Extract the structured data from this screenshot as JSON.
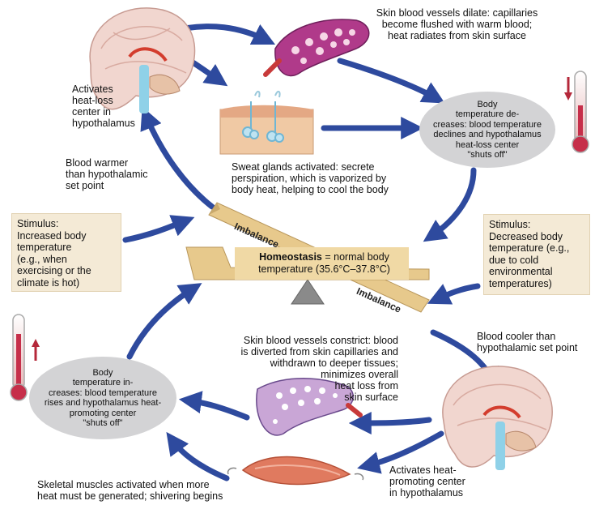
{
  "top": {
    "brain_caption": "Activates\nheat-loss\ncenter in\nhypothalamus",
    "vessels_dilate": "Skin blood vessels dilate: capillaries\nbecome flushed with warm blood;\nheat radiates from skin surface",
    "sweat": "Sweat glands activated: secrete\nperspiration, which is vaporized by\nbody heat, helping to cool the body",
    "blood_warmer": "Blood warmer\nthan hypothalamic\nset point",
    "temp_decreases": "Body\ntemperature de-\ncreases: blood temperature\ndeclines and hypothalamus\nheat-loss center\n\"shuts off\""
  },
  "stimulus_left": "Stimulus:\nIncreased body\ntemperature\n(e.g., when\nexercising or the\nclimate is hot)",
  "stimulus_right": "Stimulus:\nDecreased body\ntemperature (e.g.,\ndue to cold\nenvironmental\ntemperatures)",
  "balance": {
    "imbalance_top": "Imbalance",
    "imbalance_bottom": "Imbalance",
    "homeostasis_bold": "Homeostasis",
    "homeostasis_rest": " = normal body",
    "homeostasis_line2": "temperature (35.6°C–37.8°C)"
  },
  "bottom": {
    "blood_cooler": "Blood cooler than\nhypothalamic set point",
    "vessels_constrict": "Skin blood vessels constrict: blood\nis diverted from skin capillaries and\nwithdrawn to deeper tissues;\nminimizes overall\nheat loss from\nskin surface",
    "temp_increases": "Body\ntemperature in-\ncreases: blood temperature\nrises and hypothalamus heat-\npromoting center\n\"shuts off\"",
    "muscles": "Skeletal muscles activated when more\nheat must be generated; shivering begins",
    "brain_caption": "Activates heat-\npromoting center\nin hypothalamus"
  },
  "colors": {
    "arrow": "#2e4a9e",
    "plank": "#e7c98c",
    "oval": "#d3d3d5",
    "stimulus_box": "#f4ead6"
  }
}
